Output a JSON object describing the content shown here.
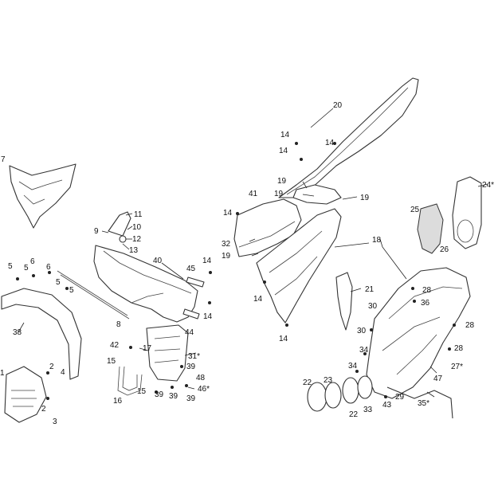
{
  "labels": {
    "c1": "1",
    "c2a": "2",
    "c2b": "2",
    "c3": "3",
    "c4": "4",
    "c5a": "5",
    "c5b": "5",
    "c5c": "5",
    "c5d": "5",
    "c6": "6",
    "c6b": "6",
    "c7": "7",
    "c8": "8",
    "c9": "9",
    "c10": "10",
    "c11": "11",
    "c12": "12",
    "c13": "13",
    "c14a": "14",
    "c14b": "14",
    "c14c": "14",
    "c14d": "14",
    "c14e": "14",
    "c14f": "14",
    "c14g": "14",
    "c15a": "15",
    "c15b": "15",
    "c16": "16",
    "c17": "17",
    "c18": "18",
    "c19a": "19",
    "c19b": "19",
    "c19c": "19",
    "c19d": "19",
    "c20": "20",
    "c21": "21",
    "c22a": "22",
    "c22b": "22",
    "c23": "23",
    "c24": "24*",
    "c25": "25",
    "c26": "26",
    "c27": "27*",
    "c28a": "28",
    "c28b": "28",
    "c28c": "28",
    "c29": "29",
    "c30a": "30",
    "c30b": "30",
    "c31": "31*",
    "c32": "32",
    "c33": "33",
    "c34a": "34",
    "c34b": "34",
    "c35": "35*",
    "c36": "36",
    "c38": "38",
    "c39a": "39",
    "c39b": "39",
    "c39c": "39",
    "c39d": "39",
    "c40": "40",
    "c41": "41",
    "c42": "42",
    "c43": "43",
    "c44": "44",
    "c45": "45",
    "c46": "46*",
    "c47": "47",
    "c48": "48"
  }
}
